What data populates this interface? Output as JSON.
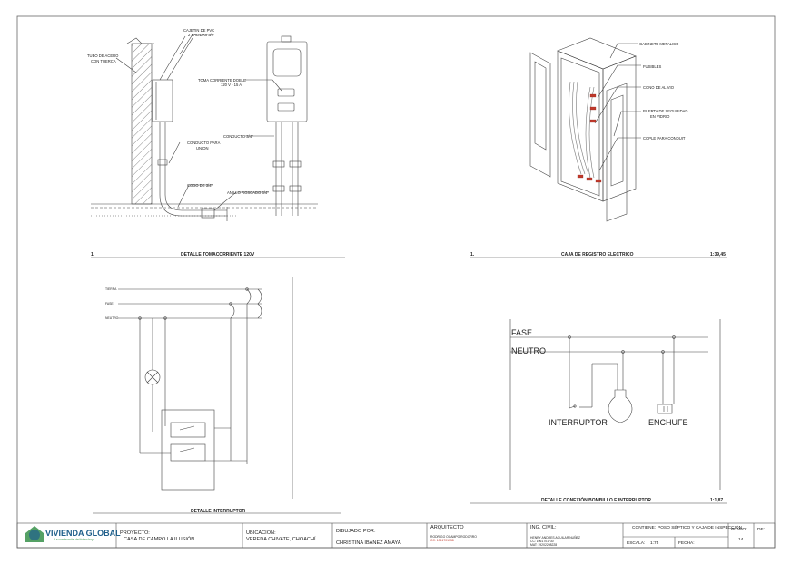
{
  "details": {
    "tomacorriente": {
      "number": "1.",
      "title": "DETALLE TOMACORRIENTE 120V",
      "labels": {
        "cajetin": "CAJETIN DE PVC",
        "cajetin2": "2 SALIDAS 3/4\"",
        "tubo": "TUBO DE ACERO",
        "tuerca": "CON TUERCA",
        "toma1": "TOMA CORRIENTE DOBLE",
        "toma2": "120 V - 15 A",
        "conducto": "CONDUCTO 3/4\"",
        "unionA": "CONDUCTO PARA",
        "unionB": "UNION",
        "codo": "CODO DE 3/4\"",
        "anillo": "ANILLO ROSCADO 3/4\""
      }
    },
    "caja_registro": {
      "number": "1.",
      "title": "CAJA DE REGISTRO ELECTRICO",
      "scale": "1:39,45",
      "labels": {
        "gabinete": "GABINETE METALICO",
        "fusibles": "FUSIBLES",
        "cono": "CONO DE ALIVIO",
        "puertaA": "PUERTA DE SEGURIDAD",
        "puertaB": "EN VIDRIO",
        "cople": "COPLE PARA CONDUIT"
      }
    },
    "interruptor": {
      "title": "DETALLE INTERRUPTOR",
      "labels": {
        "tierra": "TIERRA",
        "fase": "FASE",
        "neutro": "NEUTRO"
      }
    },
    "conexion": {
      "title": "DETALLE CONEXIÓN BOMBILLO E INTERRUPTOR",
      "scale": "1:1,87",
      "labels": {
        "fase": "FASE",
        "neutro": "NEUTRO",
        "interruptor": "INTERRUPTOR",
        "enchufe": "ENCHUFE"
      }
    }
  },
  "title_block": {
    "logo_name": "VIVIENDA GLOBAL",
    "logo_tagline": "La construcción del futuro hoy",
    "proyecto_label": "PROYECTO:",
    "proyecto_value": "CASA DE CAMPO LA ILUSIÓN",
    "ubicacion_label": "UBICACIÓN:",
    "ubicacion_value": "VEREDA CHIVATE, CHOACHÍ",
    "dibujado_label": "DIBUJADO POR:",
    "dibujado_value": "CHRISTINA IBAÑEZ AMAYA",
    "arquitecto_label": "ARQUITECTO",
    "arquitecto_name": "RODRIGO OCAMPO RODORRO",
    "arquitecto_cc": "CC: 1061701738",
    "ing_label": "ING. CIVIL:",
    "ing_name": "HENRY ANDRES AGUILAR NUÑEZ",
    "ing_cc": "CC: 1061701730",
    "ing_mat": "MAT: 19202208228",
    "contiene_label": "CONTIENE:",
    "contiene_value": "POSO SÉPTICO Y CAJA DE INSPECCIÓN",
    "escala_label": "ESCALA:",
    "escala_value": "1:75",
    "fecha_label": "FECHA:",
    "plano_label": "PLANO:",
    "plano_value": "14",
    "de_label": "DE:"
  },
  "colors": {
    "line": "#444444",
    "accent": "#c0392b",
    "logo_blue": "#1f5f8b",
    "logo_green": "#2b8a3e"
  }
}
